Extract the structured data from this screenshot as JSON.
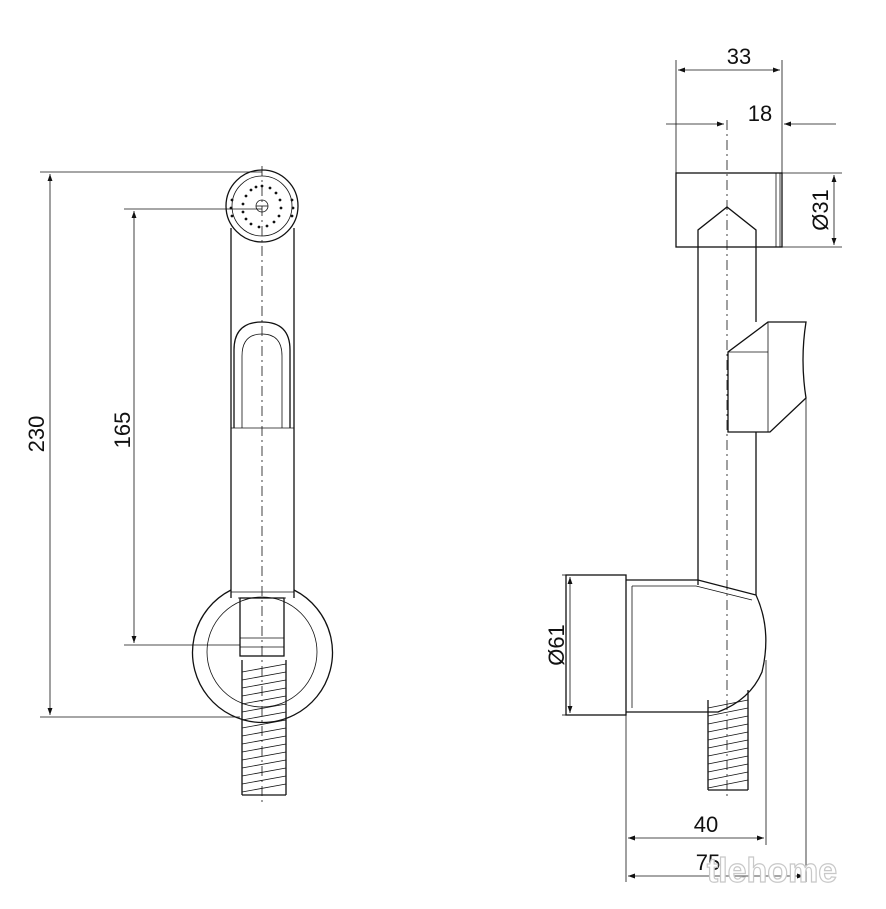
{
  "dimensions": {
    "front_height_total": "230",
    "front_height_center": "165",
    "side_width_top": "33",
    "side_width_inner": "18",
    "side_head_diameter": "Ø31",
    "side_mount_diameter": "Ø61",
    "side_depth_holder": "40",
    "side_depth_total": "75"
  },
  "watermark": "tlehome"
}
